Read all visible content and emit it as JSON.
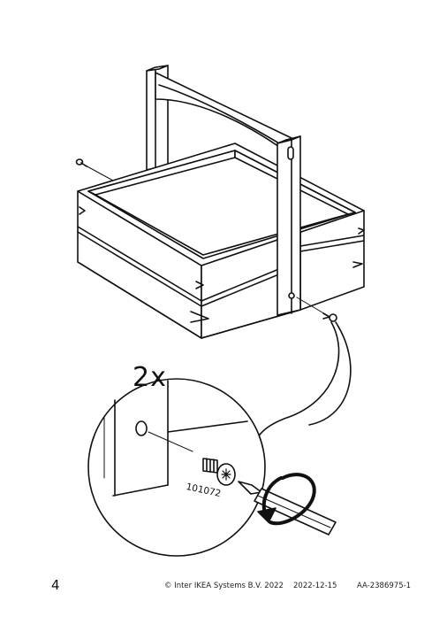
{
  "step": {
    "quantity": "2x",
    "part_number": "101072"
  },
  "footer": {
    "page_number": "4",
    "copyright": "© Inter IKEA Systems B.V. 2022",
    "date": "2022-12-15",
    "document_id": "AA-2386975-1"
  },
  "icons": {
    "screw": "screw-icon",
    "screwdriver": "screwdriver-icon",
    "rotation_arrow": "clockwise-arrow-icon",
    "magnifier": "detail-zoom-callout"
  }
}
